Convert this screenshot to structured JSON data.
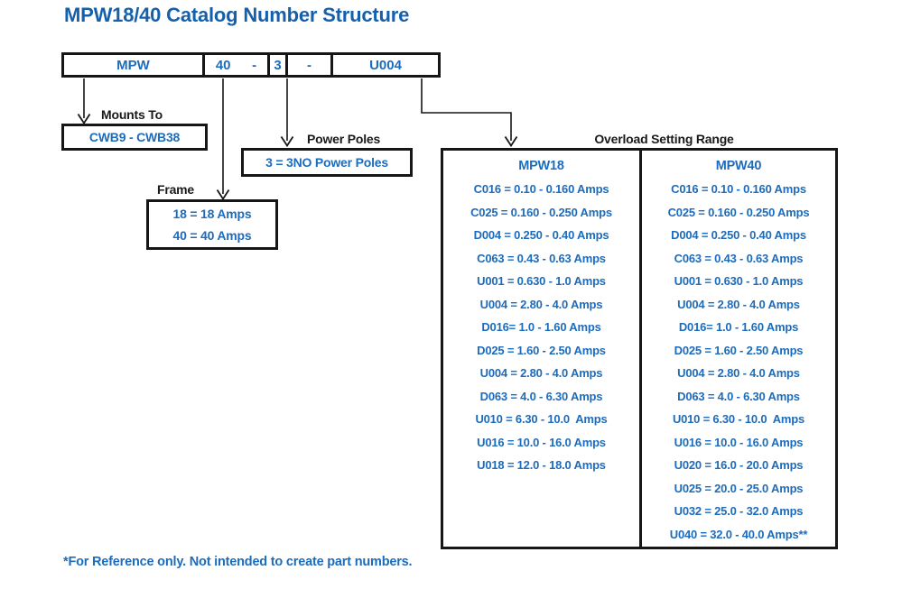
{
  "title": "MPW18/40 Catalog Number Structure",
  "colors": {
    "blue_text": "#1d6cbc",
    "title_blue": "#1560ac",
    "line_black": "#161616"
  },
  "catalog_box": {
    "series": "MPW",
    "frame": "40",
    "dash1": "-",
    "poles": "3",
    "dash2": "-",
    "overload": "U004"
  },
  "labels": {
    "mounts_to": "Mounts To",
    "frame": "Frame",
    "power_poles": "Power Poles",
    "overload": "Overload Setting Range"
  },
  "mounts_to_box": {
    "value": "CWB9 - CWB38"
  },
  "frame_box": {
    "lines": [
      "18 = 18 Amps",
      "40 = 40 Amps"
    ]
  },
  "power_poles_box": {
    "value": "3 = 3NO Power Poles"
  },
  "overload_table": {
    "columns": [
      {
        "header": "MPW18",
        "rows": [
          "C016 = 0.10 - 0.160 Amps",
          "C025 = 0.160 - 0.250 Amps",
          "D004 = 0.250 - 0.40 Amps",
          "C063 = 0.43 - 0.63 Amps",
          "U001 = 0.630 - 1.0 Amps",
          "U004 = 2.80 - 4.0 Amps",
          "D016= 1.0 - 1.60 Amps",
          "D025 = 1.60 - 2.50 Amps",
          "U004 = 2.80 - 4.0 Amps",
          "D063 = 4.0 - 6.30 Amps",
          "U010 = 6.30 - 10.0  Amps",
          "U016 = 10.0 - 16.0 Amps",
          "U018 = 12.0 - 18.0 Amps"
        ]
      },
      {
        "header": "MPW40",
        "rows": [
          "C016 = 0.10 - 0.160 Amps",
          "C025 = 0.160 - 0.250 Amps",
          "D004 = 0.250 - 0.40 Amps",
          "C063 = 0.43 - 0.63 Amps",
          "U001 = 0.630 - 1.0 Amps",
          "U004 = 2.80 - 4.0 Amps",
          "D016= 1.0 - 1.60 Amps",
          "D025 = 1.60 - 2.50 Amps",
          "U004 = 2.80 - 4.0 Amps",
          "D063 = 4.0 - 6.30 Amps",
          "U010 = 6.30 - 10.0  Amps",
          "U016 = 10.0 - 16.0 Amps",
          "U020 = 16.0 - 20.0 Amps",
          "U025 = 20.0 - 25.0 Amps",
          "U032 = 25.0 - 32.0 Amps",
          "U040 = 32.0 - 40.0 Amps**"
        ]
      }
    ]
  },
  "footnote": "*For Reference only. Not intended to create part numbers."
}
